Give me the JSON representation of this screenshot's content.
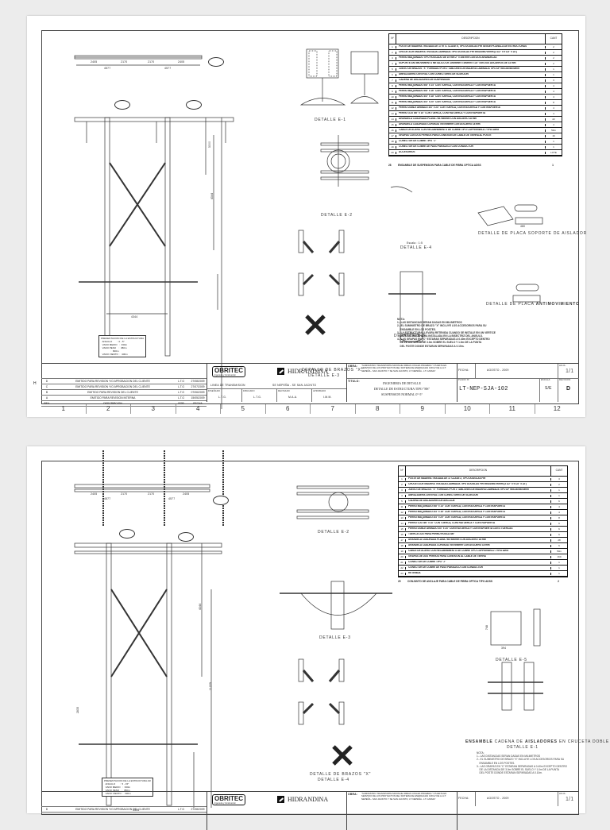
{
  "sheet1": {
    "material_table": {
      "headers": {
        "item": "Nº",
        "description": "DESCRIPCION",
        "qty": "CANT"
      },
      "rows": [
        {
          "n": "1",
          "desc": "POSTE DE MADERA TRATADA DE 17 m 7L CLASE 6, TIPO DOUGLAS FIR SEGUN PLANILLA DE ESTRUCTURAS",
          "q": "2"
        },
        {
          "n": "2",
          "desc": "CRUCETA DE MADERA TRATADA LAMINADA TIPO DOUGLAS FIR 95x240x6700mm (3 1/2\" x 9 1/2\" x 22')",
          "q": "2"
        },
        {
          "n": "3",
          "desc": "PERNO MAQUINADO TIPO ROSCADO DE 19 mm 2\" x 356 mm CON DOS ARANDELAS",
          "q": "2"
        },
        {
          "n": "4",
          "desc": "SOPORTE ANTIMOVIMIENTO METALICO DE 100x6mm x 490mm x 1/2\" con DOS AGUJEROS DE 14 mm",
          "q": "2"
        },
        {
          "n": "5",
          "desc": "JUEGO DE BRAZOS \"X\" FORMADO POR 2 TABLONES DE MADERA LAMINADA TIPO DF 95x140x6000mm",
          "q": "1"
        },
        {
          "n": "6",
          "desc": "ABRAZADERA CENTRAL CON CONECTORES DE SUJECION",
          "q": "1"
        },
        {
          "n": "7",
          "desc": "CADENA DE AISLADORES DE SUSPENSION",
          "q": "3"
        },
        {
          "n": "8",
          "desc": "PERNO MAQUINADO 5/8\" x 14\" CON TUERCA, CONTRATUERCA Y CONTRAPUERTA",
          "q": "4"
        },
        {
          "n": "9",
          "desc": "PERNO MAQUINADO 5/8\" x 16\" CON TUERCA, CONTRATUERCA Y CONTRAPUERTA",
          "q": "4"
        },
        {
          "n": "10",
          "desc": "PERNO MAQUINADO 3/4\" x 18\" CON TUERCA, CONTRATUERCA Y CONTRAPUERTA",
          "q": "4"
        },
        {
          "n": "11",
          "desc": "PERNO MAQUINADO 3/4\" x 20\" CON TUERCA, CONTRATUERCA Y CONTRAPUERTA",
          "q": "8"
        },
        {
          "n": "12",
          "desc": "PERNO DOBLE ARMADO 3/4\" x 24\" CON TUERCA, CONTRATUERCA Y CONTRAPUERTA",
          "q": "4"
        },
        {
          "n": "13",
          "desc": "PERNO OJO 5/8\" x 10\" CON TUERCA, CONTRATUERCA Y CONTRAPUERTA",
          "q": "4"
        },
        {
          "n": "14",
          "desc": "ARANDELA CUADRADA PLANA 76x76x6mm CON AGUJERO 18 mm",
          "q": "22"
        },
        {
          "n": "15",
          "desc": "ARANDELA CUADRADA CURVADA 76x76x6mm CON AGUJERO 18 mm",
          "q": "4"
        },
        {
          "n": "16",
          "desc": "CABLE DE ACERO CON RECUBRIMIENTO DE COBRE TIPO COPPERWELD 7 Nº10 AWG",
          "q": "50m"
        },
        {
          "n": "17",
          "desc": "GRAPAS CON DOS PERNOS PARA CONEXION DE CABLE DE TIERRA AL POSTE",
          "q": "16"
        },
        {
          "n": "18",
          "desc": "CONECTOR DE COBRE TIPO \"J\"",
          "q": "1"
        },
        {
          "n": "19",
          "desc": "CONECTOR DE COBRE DE PASO PARALELO CON CONDUCTOR",
          "q": "1"
        },
        {
          "n": "20",
          "desc": "ACCESORIOS",
          "q": "LOTE"
        }
      ],
      "extra_row": {
        "n": "28",
        "desc": "ENSAMBLE DE SUSPENSION PARA CABLE DE FIBRA OPTICA ADSS",
        "q": "1"
      }
    },
    "captions": {
      "detail_e1": "DETALLE E-1",
      "detail_e2": "DETALLE E-2",
      "detail_e3_title": "DETALLE DE BRAZOS \"X\"",
      "detail_e3_sub": "DETALLE E-3",
      "detail_e4_scale": "Escala : 1:5",
      "detail_e4": "DETALLE E-4",
      "detail_e5": "DETALLE E-5",
      "plate_support": "DETALLE DE PLACA SOPORTE DE AISLADOR",
      "plate_antimov_prefix": "DETALLE DE PLACA",
      "plate_antimov_bold": "ANTIMOVIMIENTO"
    },
    "dimensions": {
      "crossarm_segments": [
        "2405",
        "2170",
        "2170",
        "2405"
      ],
      "crossarm_halves": [
        "4577",
        "4577"
      ],
      "crossarm_ends": [
        "250",
        "250"
      ],
      "upper_height": "3000",
      "brace_height": "4344",
      "base_width": "4344",
      "plate_width": "480",
      "plate_spacing": [
        "170",
        "170"
      ]
    },
    "notes": {
      "title": "NOTA:",
      "lines": [
        "1.- LAS DISTANCIAS SERAN DADAS EN MILIMETROS",
        "2.- EL SUMINISTRO DE BRAZO \"X\" INCLUYE LOS ACCESORIOS PARA SU",
        "    ENSAMBLE EN LOS POSTES.",
        "3.- LA ESTRUCTURA LLEVARA RETENIDA CUANDO SE INSTALE EN UN VERTICE",
        "    ESTA RETENIDA SERA INSTALADA EN LA BISECTRIZ DEL ANGULO.",
        "4.- LAS GRAPAS EN \"C\" ESTARAN SEPARADAS A 0.40m EXCEPTO DENTRO",
        "    DE LA DISTANCIA DE 3.0m SOBRE EL SUELO Y 1.0m DE LA PUNTA",
        "    DEL POSTE DONDE ESTARAN SEPARADAS A 0.10m."
      ]
    },
    "info_box": "PRESENTACION DE LA ESTRUCTURA\n  ANGULO       :  0 - 5°\n  VANO MEDIO   :  330m\n  VANO PESO    :  450m\n               :  800m\n  VANO VIENTO  :  400m",
    "title_block": {
      "revisions": [
        {
          "n": "D",
          "desc": "EMITIDO PARA REVISION Y/O APROBACION DEL CLIENTE",
          "by": "L.T.G",
          "date": "27/08/2009"
        },
        {
          "n": "C",
          "desc": "EMITIDO PARA REVISION Y/O APROBACION DEL CLIENTE",
          "by": "L.T.G",
          "date": "27/07/2009"
        },
        {
          "n": "B",
          "desc": "EMITIDO PARA REVISION DEL CLIENTE",
          "by": "L.T.G",
          "date": "07/06/2009"
        },
        {
          "n": "A",
          "desc": "EMITIDO PARA REVISION INTERNA",
          "by": "L.T.G",
          "date": "15/05/2009"
        },
        {
          "n": "REV.",
          "desc": "DESCRIPCION",
          "by": "POR",
          "date": "FECHA"
        }
      ],
      "company": "OBRITEC",
      "company_sub": "Ingenieria y Construccion",
      "client": "HIDRANDINA",
      "line_label": "LINEA DE TRANSMISION",
      "line_value": "SE NEPEÑA - SE SAN JACINTO",
      "signatures": [
        {
          "role": "DISEÑADO",
          "who": "L.T.G."
        },
        {
          "role": "DIBUJADO",
          "who": "L.T.G."
        },
        {
          "role": "REVISADO",
          "who": "M.A.A."
        },
        {
          "role": "APROBADO",
          "who": "I.M.M."
        }
      ],
      "obra_label": "OBRA:",
      "obra_text": "\"SUMINISTRO TRANSPORTE MONTAJE OBRAS CIVILES PRUEBAS Y PUESTA EN SERVICIO DE LOS PROYECTOS DEL SISTEMA DE ENERGIA EN 138 kV DE LA LT: NEPEÑA - SAN JACINTO Y SE SAN JACINTO, LT: NEPEÑA - LT: CASMA\"",
      "title_label": "TITULO:",
      "title_lines": [
        "INGENIERIA DE DETALLE",
        "DETALLE DE ESTRUCTURA TIPO \"HS\"",
        "SUSPENSION NORMAL 0°-5°"
      ],
      "date_label": "FECHA:",
      "date_value": "AGOSTO - 2009",
      "sheet_label": "HOJA:",
      "sheet_value": "1/1",
      "plan_label": "PLANO Nº",
      "plan_value": "LT-NEP-SJA-102",
      "scale_label": "ESCALA:",
      "scale_value": "S/E",
      "rev_label": "REVISION:",
      "rev_value": "D"
    },
    "grid_numbers": [
      "1",
      "2",
      "3",
      "4",
      "5",
      "6",
      "7",
      "8",
      "9",
      "10",
      "11",
      "12"
    ],
    "row_letter": "H"
  },
  "sheet2": {
    "material_table": {
      "headers": {
        "item": "Nº",
        "description": "DESCRIPCION",
        "qty": "CANT"
      },
      "rows": [
        {
          "n": "1",
          "desc": "POSTE DE MADERA TRATADA DE 17 CLASE 2, TIPO DOUGLAS FIR",
          "q": "3"
        },
        {
          "n": "2",
          "desc": "CRUCETA DE MADERA TRATADA LAMINADA TIPO DOUGLAS FIR 95x240x6700mm (3 1/2\" x 9 1/2\" x 22')",
          "q": "2"
        },
        {
          "n": "3",
          "desc": "JUEGO DE BRAZOS \"X\" FORMADO POR 2 TABLONES DE MADERA LAMINADA TIPO DF 95x140x6000mm",
          "q": "1"
        },
        {
          "n": "4",
          "desc": "ABRAZADERA CENTRAL CON CONECTORES DE SUJECION",
          "q": "1"
        },
        {
          "n": "5",
          "desc": "CADENA DE AISLADORES DE ANCLAJE",
          "q": "6"
        },
        {
          "n": "11",
          "desc": "PERNO MAQUINADO 5/8\" x 14\" CON TUERCA, CONTRATUERCA Y CONTRAPUERTA",
          "q": "4"
        },
        {
          "n": "12",
          "desc": "PERNO MAQUINADO 3/4\" x 16\" CON TUERCA, CONTRATUERCA Y CONTRAPUERTA",
          "q": "4"
        },
        {
          "n": "13",
          "desc": "PERNO MAQUINADO 3/4\" x 20\" CON TUERCA, CONTRATUERCA Y CONTRAPUERTA",
          "q": "8"
        },
        {
          "n": "14",
          "desc": "PERNO OJO 5/8\" x 10\" CON TUERCA, CONTRATUERCA Y CONTRAPUERTA",
          "q": "6"
        },
        {
          "n": "15",
          "desc": "PERNO DOBLE ARMADO 3/4\" x 24\" CONTRATUERCA Y CONTRAPUERTA CON 4 TUERCAS",
          "q": "6"
        },
        {
          "n": "16",
          "desc": "TUERCA OJO PARA PERNO ROSCA 5/8\"",
          "q": "6"
        },
        {
          "n": "17",
          "desc": "ARANDELA CUADRADA PLANA 76x76x6mm CON AGUJERO 18 mm",
          "q": "28"
        },
        {
          "n": "18",
          "desc": "ARANDELA CUADRADA CURVADA 76x76x6mm CON AGUJERO 18 mm",
          "q": "6"
        },
        {
          "n": "19",
          "desc": "CABLE DE ACERO CON RECUBRIMIENTO DE COBRE TIPO COPPERWELD 7 Nº10 AWG",
          "q": "50m"
        },
        {
          "n": "20",
          "desc": "GRAPAS DE DOS PERNOS PARA CONEXION AL CABLE DE TIERRA",
          "q": "160"
        },
        {
          "n": "21",
          "desc": "CONECTOR DE COBRE TIPO \"J\"",
          "q": "1"
        },
        {
          "n": "22",
          "desc": "CONECTOR DE COBRE DE PASO PARALELO CON CONDUCTOR",
          "q": "1"
        },
        {
          "n": "23",
          "desc": "RETENIDA",
          "q": "1"
        }
      ],
      "extra_row": {
        "n": "29",
        "desc": "CONJUNTO DE ANCLAJE PARA CABLE DE FIBRA OPTICA TIPO ADSS",
        "q": "2"
      }
    },
    "captions": {
      "detail_e1": "DETALLE E-1",
      "detail_e2": "DETALLE E-2",
      "detail_e3": "DETALLE E-3",
      "detail_e4_title": "DETALLE DE BRAZOS \"X\"",
      "detail_e4_sub": "DETALLE E-4",
      "detail_e5": "DETALLE E-5",
      "chain_title_bold1": "ENSAMBLE",
      "chain_title_mid": "CADENA DE",
      "chain_title_bold2": "AISLADORES",
      "chain_title_end": "EN CRUCETA DOBLE",
      "chain_sub": "DETALLE E-1"
    },
    "dimensions": {
      "crossarm_segments": [
        "2405",
        "2170",
        "2170",
        "2405"
      ],
      "crossarm_halves": [
        "4577",
        "4577"
      ],
      "upper_height": "4344",
      "lower_height": "11229",
      "embed_height": "2835",
      "base_width": "4344",
      "bracket_height": "748",
      "bracket_width": "394"
    },
    "notes": {
      "title": "NOTA:",
      "lines": [
        "1.- LAS DISTANCIAS SERAN DADAS EN MILIMETROS",
        "2.- EL SUMINISTRO DE BRAZO \"X\" INCLUYE LOS ACCESORIOS PARA SU",
        "    ENSAMBLE EN LOS POSTES.",
        "3.- LAS GRAPAS EN \"C\" ESTARAN SEPARADAS A 0.40m EXCEPTO DENTRO",
        "    DE LA DISTANCIA DE 3.0m SOBRE EL SUELO Y 1.0m DE LA PUNTA",
        "    DEL POSTE DONDE ESTARAN SEPARADAS A 0.10m."
      ]
    },
    "info_box": "PRESENTACION DE LA ESTRUCTURA AR\n  ANGULO       :  5 - 15°\n  VANO MEDIO   :  330m\n  VANO PESO    :  350m\n  VANO VIENTO  :  330m",
    "title_block": {
      "revisions": [
        {
          "n": "D",
          "desc": "EMITIDO PARA REVISION Y/O APROBACION DEL CLIENTE",
          "by": "L.T.G",
          "date": "27/08/2009"
        }
      ],
      "company": "OBRITEC",
      "company_sub": "Ingenieria y Construccion",
      "client": "HIDRANDINA",
      "obra_label": "OBRA:",
      "obra_text": "\"SUMINISTRO TRANSPORTE MONTAJE OBRAS CIVILES PRUEBAS Y PUESTA EN SERVICIO DE LOS PROYECTOS DEL SISTEMA DE ENERGIA EN 138 kV DE LA LT: NEPEÑA - SAN JACINTO Y SE SAN JACINTO, LT: NEPEÑA - LT: CASMA\"",
      "date_label": "FECHA:",
      "date_value": "AGOSTO - 2009",
      "sheet_label": "HOJA:",
      "sheet_value": "1/1"
    }
  }
}
